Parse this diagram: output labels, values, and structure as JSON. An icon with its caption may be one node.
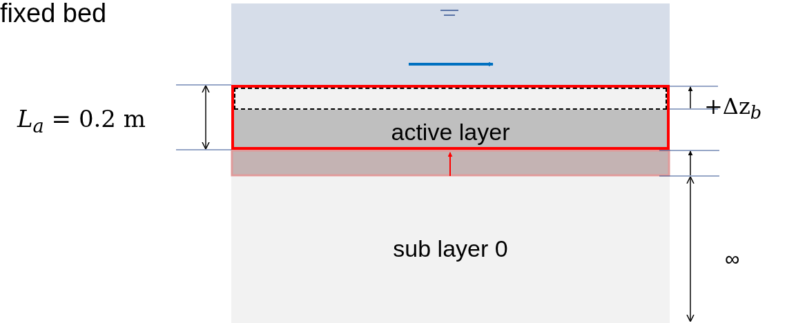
{
  "diagram": {
    "title": "fixed bed",
    "nodes": [
      {
        "text": [
          "active layer"
        ]
      },
      {
        "text": [],
        "shape": "box",
        "in": 0
      },
      {
        "text": [
          "sub layer 0"
        ]
      }
    ],
    "edges": [],
    "labels": [
      "*L*$_{a}$ = 0.2 m",
      "+Δz$_{b}$",
      "∞"
    ]
  }
}
